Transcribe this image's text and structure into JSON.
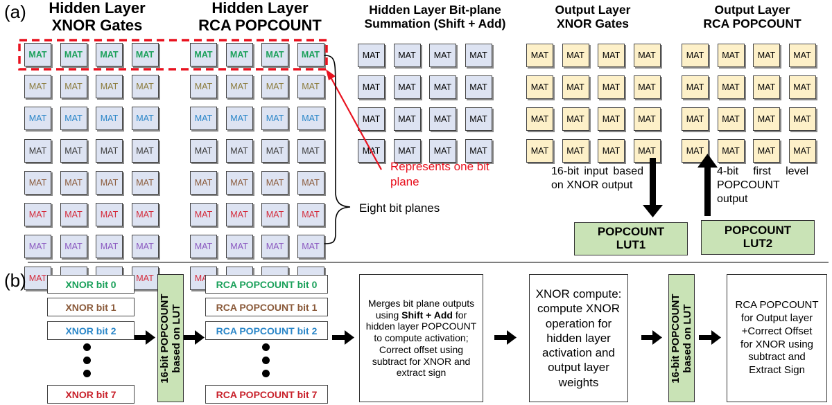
{
  "panel_a": {
    "label": "(a)",
    "headings": {
      "xnor": [
        "Hidden Layer",
        "XNOR Gates"
      ],
      "rca": [
        "Hidden Layer",
        "RCA POPCOUNT"
      ],
      "sum": [
        "Hidden Layer Bit-plane",
        "Summation (Shift + Add)"
      ],
      "out_xnor": [
        "Output Layer",
        "XNOR Gates"
      ],
      "out_rca": [
        "Output Layer",
        "RCA POPCOUNT"
      ]
    },
    "mat_label": "MAT",
    "row_colors": [
      "#1aa05a",
      "#8a7a3a",
      "#2a86c8",
      "#3a3a3a",
      "#8a5a3a",
      "#d42a3a",
      "#8a58c0",
      "#d42a3a"
    ],
    "annotation_bitplane": "Represents one bit plane",
    "annotation_bitplane_color": "#e8121f",
    "annotation_eight": "Eight bit planes",
    "input_note": "16-bit input based on XNOR output",
    "first_level_note": "4-bit first level POPCOUNT output",
    "lut1": [
      "POPCOUNT",
      "LUT1"
    ],
    "lut2": [
      "POPCOUNT",
      "LUT2"
    ]
  },
  "panel_b": {
    "label": "(b)",
    "xnor_bits": [
      {
        "text": "XNOR bit 0",
        "color": "#1aa05a"
      },
      {
        "text": "XNOR bit 1",
        "color": "#8a5a3a"
      },
      {
        "text": "XNOR bit 2",
        "color": "#2a86c8"
      },
      {
        "text": "XNOR bit 7",
        "color": "#c8202a"
      }
    ],
    "rca_bits": [
      {
        "text": "RCA POPCOUNT bit 0",
        "color": "#1aa05a"
      },
      {
        "text": "RCA POPCOUNT bit 1",
        "color": "#8a5a3a"
      },
      {
        "text": "RCA POPCOUNT bit 2",
        "color": "#2a86c8"
      },
      {
        "text": "RCA POPCOUNT bit 7",
        "color": "#c8202a"
      }
    ],
    "popcount_lut_vertical": [
      "16-bit POPCOUNT",
      "based on LUT"
    ],
    "merge_text": {
      "pre": "Merges bit plane outputs using ",
      "bold": "Shift + Add",
      "post": " for hidden layer POPCOUNT to compute activation; Correct offset using subtract for XNOR and extract sign"
    },
    "xnor_compute": "XNOR compute: compute XNOR operation for hidden layer activation and output layer weights",
    "rca_output": "RCA POPCOUNT for Output layer +Correct Offset for XNOR using subtract and Extract Sign"
  }
}
